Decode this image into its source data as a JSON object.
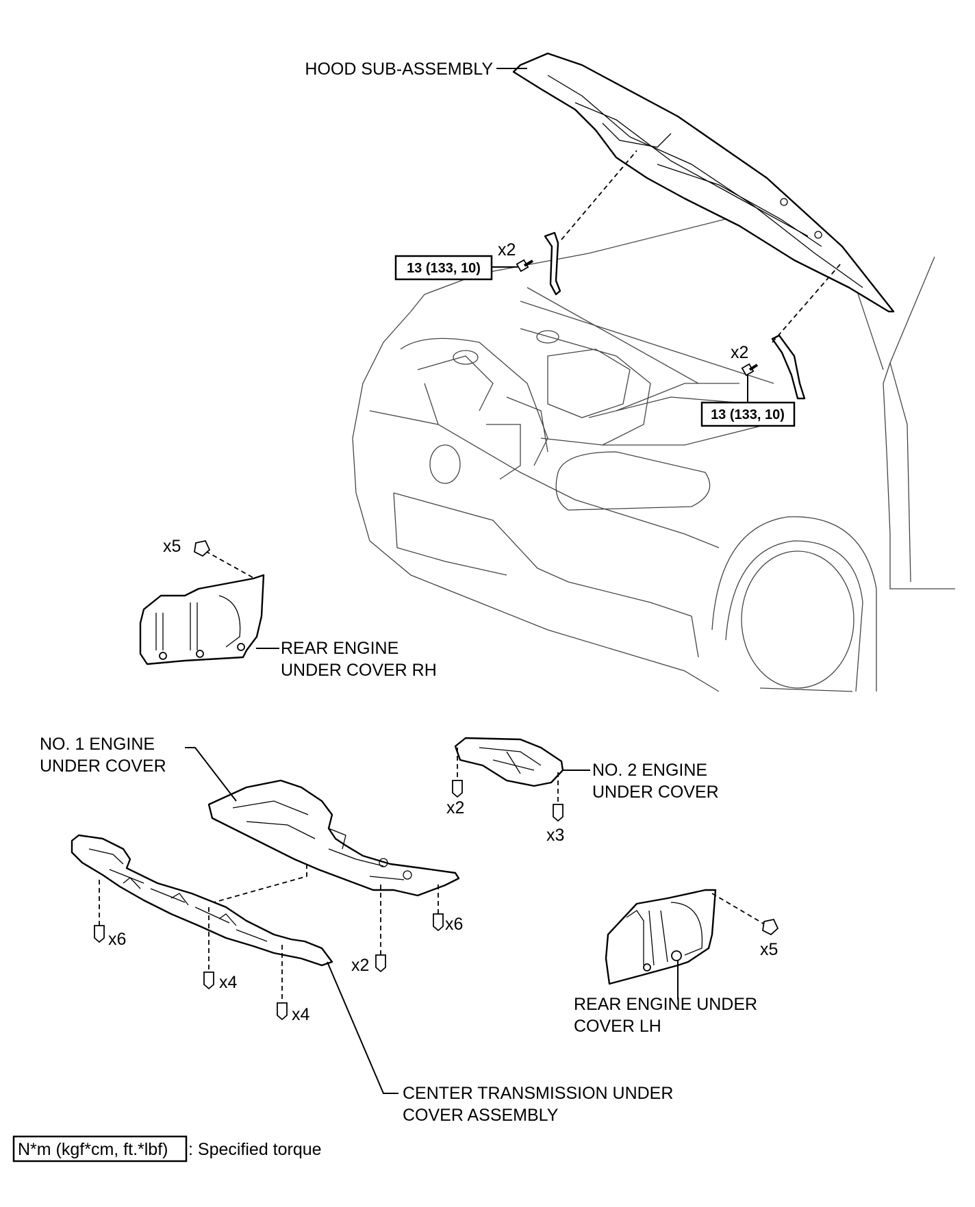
{
  "labels": {
    "hood": "HOOD SUB-ASSEMBLY",
    "rear_rh_line1": "REAR ENGINE",
    "rear_rh_line2": "UNDER COVER RH",
    "no1_line1": "NO. 1 ENGINE",
    "no1_line2": "UNDER COVER",
    "no2_line1": "NO. 2 ENGINE",
    "no2_line2": "UNDER COVER",
    "rear_lh_line1": "REAR ENGINE UNDER",
    "rear_lh_line2": "COVER LH",
    "center_line1": "CENTER TRANSMISSION UNDER",
    "center_line2": "COVER ASSEMBLY"
  },
  "torque": {
    "hinge_left": "13 (133, 10)",
    "hinge_right": "13 (133, 10)"
  },
  "quantities": {
    "hinge_left_bolts": "x2",
    "hinge_right_bolts": "x2",
    "rear_rh_clips": "x5",
    "no2_left": "x2",
    "no2_right": "x3",
    "center_left": "x6",
    "center_mid1": "x4",
    "center_mid2": "x4",
    "no1_mid": "x2",
    "no1_right": "x6",
    "rear_lh_clips": "x5"
  },
  "legend": {
    "unit": "N*m (kgf*cm, ft.*lbf)",
    "text": ": Specified torque"
  }
}
